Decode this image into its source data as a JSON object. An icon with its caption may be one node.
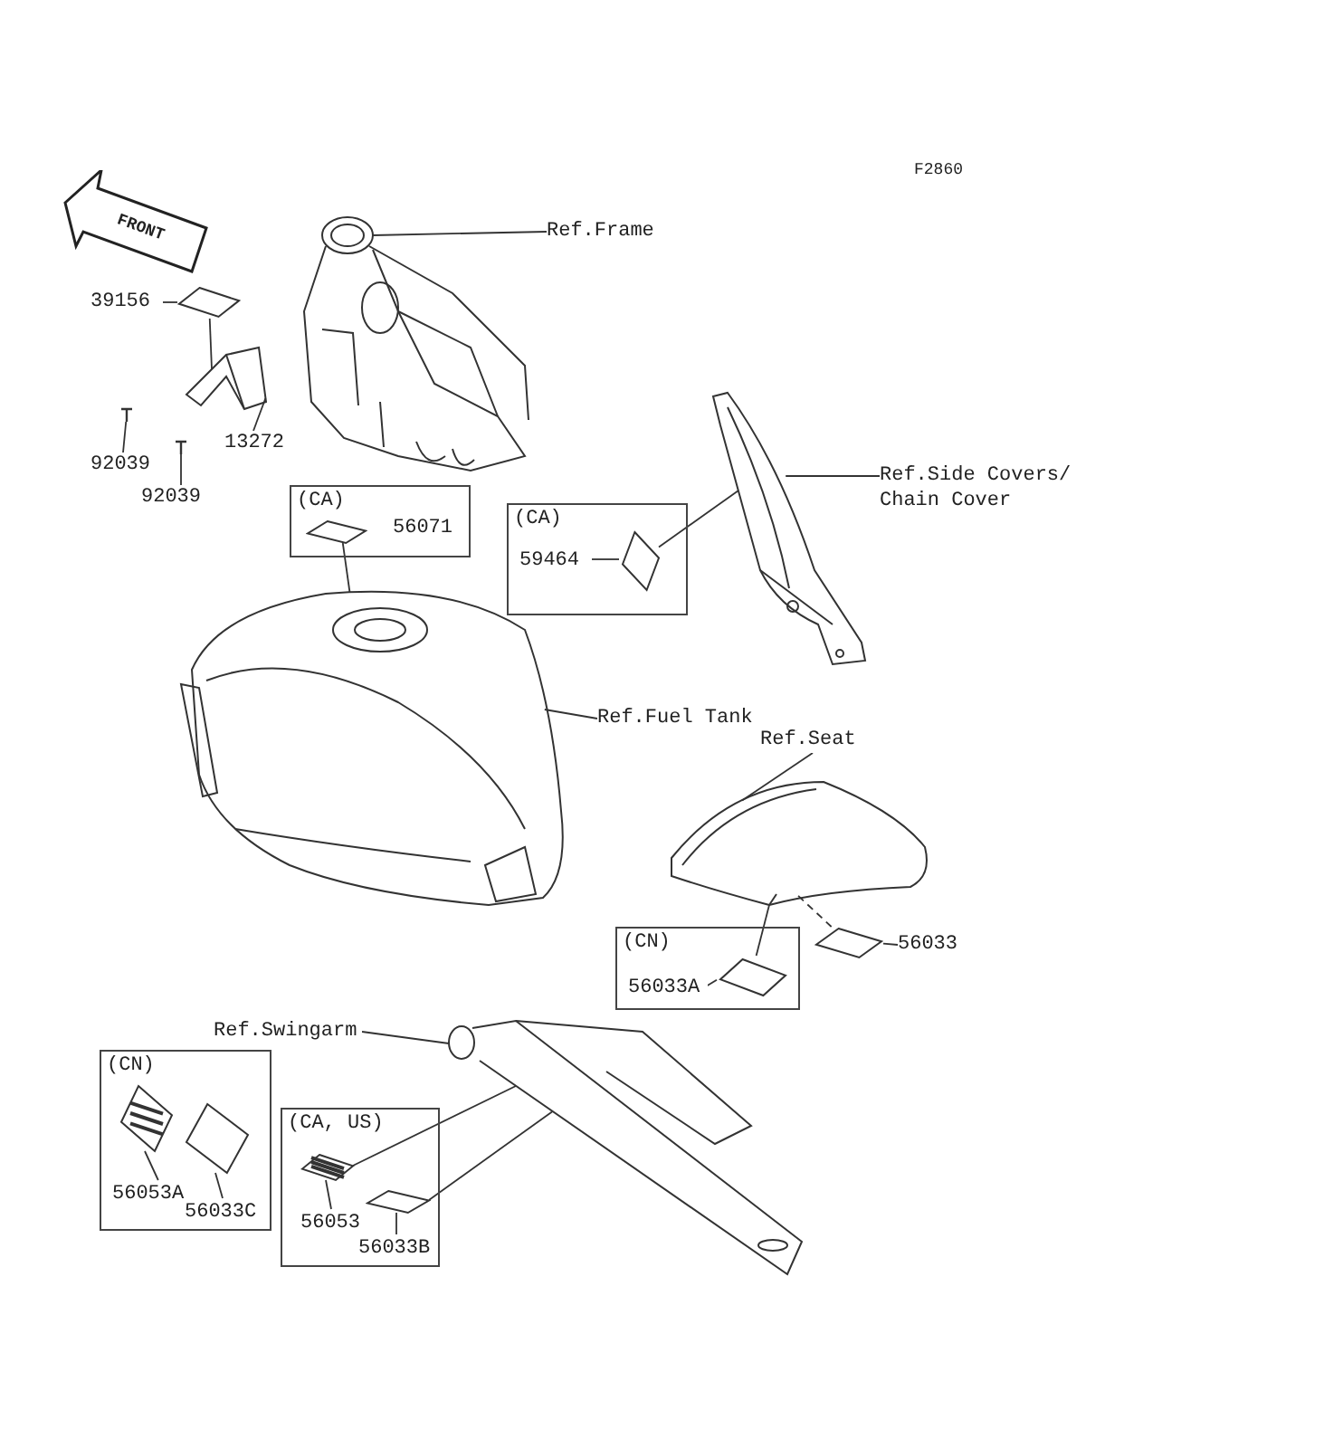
{
  "diagram": {
    "nodes": [
      {
        "text": [],
        "shape": "picture"
      },
      {
        "text": [
          "Ref.Frame"
        ]
      },
      {
        "text": [
          "39156"
        ]
      },
      {
        "text": [],
        "shape": "box"
      },
      {
        "text": [],
        "shape": "picture"
      },
      {
        "text": [
          "13272"
        ]
      },
      {
        "text": [
          "92039"
        ]
      },
      {
        "text": [
          "92039"
        ]
      },
      {
        "text": [
          "(CA)"
        ]
      },
      {
        "text": [
          "56071"
        ],
        "in": 8
      },
      {
        "text": [],
        "shape": "box",
        "in": 8
      },
      {
        "text": [],
        "shape": "picture"
      },
      {
        "text": [
          "Ref.Fuel Tank"
        ]
      },
      {
        "text": [
          "(CA)"
        ]
      },
      {
        "text": [
          "59464"
        ],
        "in": 13
      },
      {
        "text": [],
        "shape": "box",
        "in": 13
      },
      {
        "text": [],
        "shape": "picture"
      },
      {
        "text": [
          "Ref.Side Covers/ Chain Cover"
        ]
      },
      {
        "text": [],
        "shape": "picture"
      },
      {
        "text": [
          "Ref.Seat"
        ]
      },
      {
        "text": [],
        "shape": "box"
      },
      {
        "text": [
          "56033"
        ]
      },
      {
        "text": [
          "(CN)"
        ]
      },
      {
        "text": [
          "56033A"
        ],
        "in": 22
      },
      {
        "text": [],
        "shape": "box",
        "in": 22
      },
      {
        "text": [],
        "shape": "picture"
      },
      {
        "text": [
          "Ref.Swingarm"
        ]
      },
      {
        "text": [
          "(CN)"
        ]
      },
      {
        "text": [
          "56053A"
        ],
        "in": 27
      },
      {
        "text": [],
        "shape": "box",
        "in": 27
      },
      {
        "text": [
          "56033C"
        ],
        "in": 27
      },
      {
        "text": [],
        "shape": "box",
        "in": 27
      },
      {
        "text": [
          "(CA, US)"
        ]
      },
      {
        "text": [
          "56053"
        ],
        "in": 32
      },
      {
        "text": [],
        "shape": "box",
        "in": 32
      },
      {
        "text": [
          "56033B"
        ],
        "in": 32
      },
      {
        "text": [],
        "shape": "box",
        "in": 32
      },
      {
        "text": [],
        "shape": "screw"
      },
      {
        "text": [],
        "shape": "screw"
      }
    ],
    "edges": [
      {
        "from": 1,
        "to": 0,
        "arrow": "none"
      },
      {
        "from": 2,
        "to": 3,
        "arrow": "none"
      },
      {
        "from": 3,
        "to": 4,
        "arrow": "none"
      },
      {
        "from": 5,
        "to": 4,
        "arrow": "none"
      },
      {
        "from": 6,
        "to": 37,
        "arrow": "none"
      },
      {
        "from": 7,
        "to": 38,
        "arrow": "none"
      },
      {
        "from": 10,
        "to": 11,
        "arrow": "none"
      },
      {
        "from": 12,
        "to": 11,
        "arrow": "none"
      },
      {
        "from": 14,
        "to": 15,
        "arrow": "none"
      },
      {
        "from": 15,
        "to": 16,
        "arrow": "none"
      },
      {
        "from": 17,
        "to": 16,
        "arrow": "none"
      },
      {
        "from": 19,
        "to": 18,
        "arrow": "none"
      },
      {
        "from": 21,
        "to": 20,
        "arrow": "none"
      },
      {
        "from": 20,
        "to": 18,
        "arrow": "none",
        "style": "dashed"
      },
      {
        "from": 23,
        "to": 24,
        "arrow": "none"
      },
      {
        "from": 24,
        "to": 18,
        "arrow": "none"
      },
      {
        "from": 26,
        "to": 25,
        "arrow": "none"
      },
      {
        "from": 28,
        "to": 29,
        "arrow": "none"
      },
      {
        "from": 30,
        "to": 31,
        "arrow": "none"
      },
      {
        "from": 33,
        "to": 34,
        "arrow": "none"
      },
      {
        "from": 35,
        "to": 36,
        "arrow": "none"
      },
      {
        "from": 34,
        "to": 25,
        "arrow": "none"
      },
      {
        "from": 36,
        "to": 25,
        "arrow": "none"
      }
    ],
    "labels": [
      "F2860",
      "FRONT"
    ]
  }
}
